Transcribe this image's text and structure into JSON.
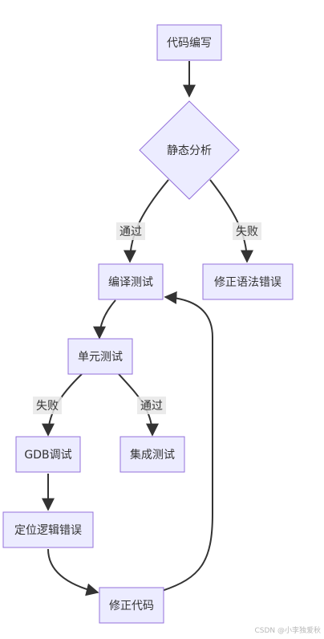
{
  "nodes": {
    "code_writing": "代码编写",
    "static_analysis": "静态分析",
    "compile_test": "编译测试",
    "fix_syntax": "修正语法错误",
    "unit_test": "单元测试",
    "gdb_debug": "GDB调试",
    "integration_test": "集成测试",
    "locate_logic_error": "定位逻辑错误",
    "fix_code": "修正代码"
  },
  "edges": {
    "pass_1": "通过",
    "fail_1": "失败",
    "fail_2": "失败",
    "pass_2": "通过"
  },
  "watermark": "CSDN @小李独爱秋",
  "colors": {
    "node_fill": "#ECECFF",
    "node_stroke": "#9370DB",
    "edge": "#333333",
    "label_bg": "#e8e8e8"
  }
}
